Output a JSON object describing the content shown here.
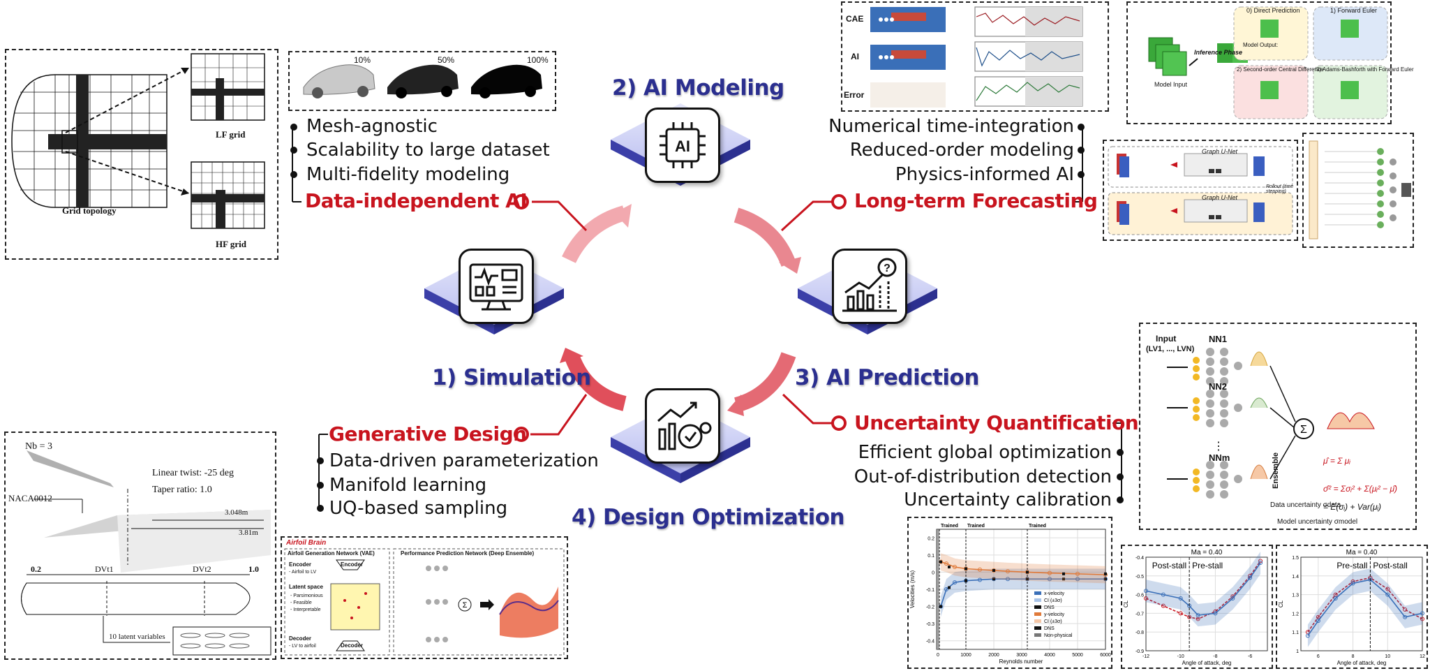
{
  "stages": {
    "simulation": "1) Simulation",
    "ai_modeling": "2) AI Modeling",
    "ai_prediction": "3) AI Prediction",
    "design_optimization": "4) Design Optimization"
  },
  "modeling": {
    "heading": "Data-independent AI",
    "items": [
      "Mesh-agnostic",
      "Scalability to large dataset",
      "Multi-fidelity modeling"
    ]
  },
  "forecasting": {
    "heading": "Long-term Forecasting",
    "items": [
      "Numerical time-integration",
      "Reduced-order modeling",
      "Physics-informed AI"
    ]
  },
  "generative": {
    "heading": "Generative Design",
    "items": [
      "Data-driven parameterization",
      "Manifold learning",
      "UQ-based sampling"
    ]
  },
  "uncertainty": {
    "heading": "Uncertainty Quantification",
    "items": [
      "Efficient global optimization",
      "Out-of-distribution detection",
      "Uncertainty calibration"
    ]
  },
  "icons": {
    "simulation": "monitor-dashboard-icon",
    "modeling": "ai-chip-icon",
    "prediction": "growth-chart-question-icon",
    "design": "chart-gear-check-icon"
  },
  "colors": {
    "title": "#2b2f8f",
    "highlight": "#c8141e",
    "arrow": "#e8707a",
    "platform": "#3b3fa8"
  },
  "grid_panel": {
    "topology": "Grid topology",
    "lf": "LF grid",
    "hf": "HF grid"
  },
  "mesh_panel": {
    "p10": "10%",
    "p50": "50%",
    "p100": "100%"
  },
  "cae_panel": {
    "row1": "CAE",
    "row2": "AI",
    "row3": "Error"
  },
  "time_integration": {
    "direct": "0) Direct Prediction",
    "euler": "1) Forward Euler",
    "central": "2) Second-order Central Difference",
    "adams": "3) Adams-Bashforth with Forward Euler",
    "inference": "Inference Phase",
    "model_input": "Model Input",
    "model_output": "Model Output:"
  },
  "rom_panel": {
    "unet": "Graph U-Net",
    "rollout": "Rollout (time stepping)"
  },
  "uq_panel": {
    "input": "Input",
    "input_vars": "(LV1, ..., LVN)",
    "nn1": "NN1",
    "nn2": "NN2",
    "nnm": "NNm",
    "ensemble": "Ensemble",
    "data_unc": "Data uncertainty σdata",
    "model_unc": "Model uncertainty σmodel"
  },
  "wing_panel": {
    "nb": "Nb = 3",
    "twist": "Linear twist: -25 deg",
    "taper": "Taper ratio: 1.0",
    "airfoil": "NACA0012",
    "span1": "3.048m",
    "span2": "3.81m",
    "x0": "0.2",
    "dv1": "DVt1",
    "dv2": "DVt2",
    "x1": "1.0",
    "latent": "10 latent variables"
  },
  "airfoil_brain": {
    "title": "Airfoil Brain",
    "vae": "Airfoil Generation Network (VAE)",
    "ppn": "Performance Prediction Network (Deep Ensemble)",
    "encoder": "Encoder",
    "decoder": "Decoder",
    "latent": "Latent space",
    "enc_desc": "- Airfoil to LV",
    "dec_desc": "- LV to airfoil",
    "props": [
      "- Parsimonious",
      "- Feasible",
      "- Interpretable"
    ]
  },
  "ma_label": "Ma = 0.40",
  "chart_data": [
    {
      "type": "line",
      "title": "",
      "xlabel": "Reynolds number",
      "ylabel": "Velocities (m/s)",
      "xlim": [
        -50,
        6000
      ],
      "ylim": [
        -0.45,
        0.25
      ],
      "x_ticks": [
        0,
        1000,
        2000,
        3000,
        4000,
        5000,
        6000
      ],
      "y_ticks": [
        -0.4,
        -0.3,
        -0.2,
        -0.1,
        0.0,
        0.1,
        0.2
      ],
      "annotations": [
        "Trained",
        "Trained",
        "Trained"
      ],
      "trained_x": [
        50,
        1000,
        3200
      ],
      "legend": [
        "x-velocity",
        "CI (±3σ)",
        "DNS",
        "y-velocity",
        "CI (±3σ)",
        "DNS",
        "Non-physical"
      ],
      "series": [
        {
          "name": "x-velocity",
          "x": [
            100,
            300,
            600,
            1000,
            1500,
            2000,
            2500,
            3200,
            4000,
            5000,
            6000
          ],
          "y": [
            -0.2,
            -0.1,
            -0.06,
            -0.05,
            -0.045,
            -0.04,
            -0.04,
            -0.04,
            -0.04,
            -0.04,
            -0.04
          ]
        },
        {
          "name": "DNS",
          "x": [
            100,
            400,
            1000,
            2000,
            3200,
            4500,
            6000
          ],
          "y": [
            -0.2,
            -0.09,
            -0.05,
            -0.04,
            -0.04,
            -0.04,
            -0.04
          ]
        },
        {
          "name": "y-velocity",
          "x": [
            100,
            300,
            600,
            1000,
            1500,
            2000,
            2500,
            3200,
            4000,
            5000,
            6000
          ],
          "y": [
            0.06,
            0.05,
            0.03,
            0.02,
            0.015,
            0.01,
            0.005,
            0.0,
            -0.005,
            -0.01,
            -0.015
          ]
        },
        {
          "name": "DNS",
          "x": [
            100,
            400,
            1000,
            2000,
            3200,
            4500,
            6000
          ],
          "y": [
            0.06,
            0.03,
            0.02,
            0.01,
            0.0,
            -0.01,
            -0.01
          ]
        }
      ]
    },
    {
      "type": "line",
      "title": "Ma = 0.40",
      "xlabel": "Angle of attack, deg",
      "ylabel": "CL",
      "xlim": [
        -12,
        -5
      ],
      "ylim": [
        -0.9,
        -0.4
      ],
      "x_ticks": [
        -12,
        -10,
        -8,
        -6
      ],
      "y_ticks": [
        -0.9,
        -0.8,
        -0.7,
        -0.6,
        -0.5,
        -0.4
      ],
      "annotations": [
        "Post-stall",
        "Pre-stall"
      ],
      "divider_x": -9.5,
      "series": [
        {
          "name": "",
          "x": [
            -12,
            -11,
            -10,
            -9.5,
            -9,
            -8,
            -7,
            -6,
            -5.4
          ],
          "y": [
            -0.62,
            -0.66,
            -0.7,
            -0.72,
            -0.73,
            -0.69,
            -0.61,
            -0.5,
            -0.42
          ]
        },
        {
          "name": "",
          "x": [
            -12,
            -11,
            -10,
            -9.5,
            -9,
            -8,
            -7,
            -6,
            -5.4
          ],
          "y": [
            -0.58,
            -0.6,
            -0.62,
            -0.66,
            -0.71,
            -0.7,
            -0.62,
            -0.51,
            -0.43
          ]
        }
      ]
    },
    {
      "type": "line",
      "title": "Ma = 0.40",
      "xlabel": "Angle of attack, deg",
      "ylabel": "CL",
      "xlim": [
        5,
        12
      ],
      "ylim": [
        1.0,
        1.5
      ],
      "x_ticks": [
        6,
        8,
        10,
        12
      ],
      "y_ticks": [
        1.0,
        1.1,
        1.2,
        1.3,
        1.4,
        1.5
      ],
      "annotations": [
        "Pre-stall",
        "Post-stall"
      ],
      "divider_x": 9,
      "series": [
        {
          "name": "",
          "x": [
            5.4,
            6,
            7,
            8,
            9,
            10,
            11,
            12
          ],
          "y": [
            1.1,
            1.18,
            1.3,
            1.37,
            1.39,
            1.33,
            1.22,
            1.17
          ]
        },
        {
          "name": "",
          "x": [
            5.4,
            6,
            7,
            8,
            9,
            10,
            11,
            12
          ],
          "y": [
            1.08,
            1.16,
            1.28,
            1.36,
            1.38,
            1.3,
            1.18,
            1.2
          ]
        }
      ]
    }
  ]
}
